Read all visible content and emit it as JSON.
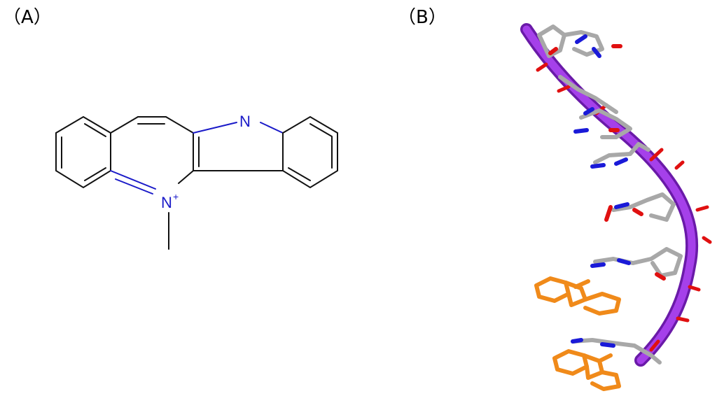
{
  "panels": {
    "a": {
      "label": "（A）"
    },
    "b": {
      "label": "（B）"
    }
  },
  "molecule": {
    "atoms": {
      "n_ring": "N",
      "n_plus": "N",
      "charge": "+"
    }
  },
  "colors": {
    "bond": "#111111",
    "nitrogen": "#1a1ac8",
    "backbone": "#9b30e0",
    "backbone_dark": "#6a1aa8",
    "carbon": "#a8a8a8",
    "oxygen": "#e01010",
    "nitrogen_3d": "#1a1ad8",
    "ligand": "#f08a1a"
  }
}
